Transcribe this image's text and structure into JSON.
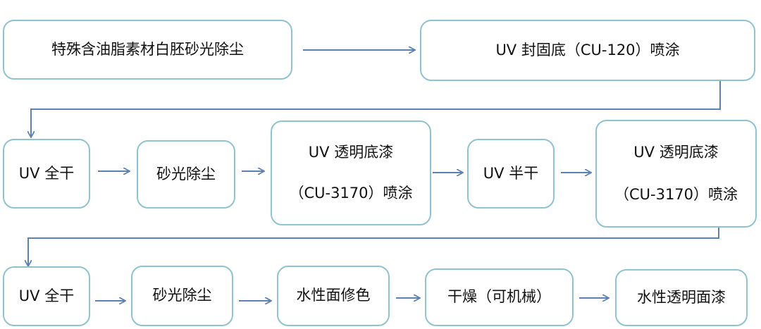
{
  "steps": {
    "s1": "特殊含油脂素材白胚砂光除尘",
    "s2": "UV 封固底（CU-120）喷涂",
    "s3": "UV 全干",
    "s4": "砂光除尘",
    "s5_line1": "UV 透明底漆",
    "s5_line2": "（CU-3170）喷涂",
    "s6": "UV 半干",
    "s7_line1": "UV 透明底漆",
    "s7_line2": "（CU-3170）喷涂",
    "s8": "UV 全干",
    "s9": "砂光除尘",
    "s10": "水性面修色",
    "s11": "干燥（可机械）",
    "s12": "水性透明面漆"
  },
  "colors": {
    "box_border": "#8ec3cf",
    "arrow": "#5b82b3"
  }
}
